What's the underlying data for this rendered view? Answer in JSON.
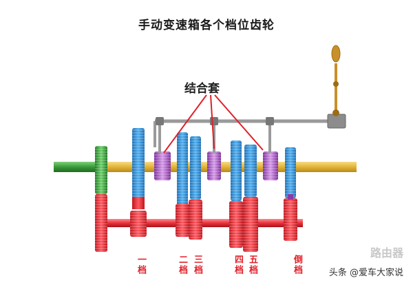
{
  "title": "手动变速箱各个档位齿轮",
  "callout": "结合套",
  "gear_labels": [
    "一档",
    "二档",
    "三档",
    "四档",
    "五档",
    "倒档"
  ],
  "watermark": {
    "logo_text": "路由器",
    "source": "头条 @爱车大家说"
  },
  "colors": {
    "input_shaft": "#3a9a3a",
    "output_shaft": "#e3b437",
    "main_gears": "#2f8fd8",
    "counter_gears": "#e8323c",
    "synchronizer": "#b05acb",
    "shift_rods": "#9a9a9a",
    "shift_lever": "#c8902a",
    "callout_lines": "#e0202a"
  }
}
